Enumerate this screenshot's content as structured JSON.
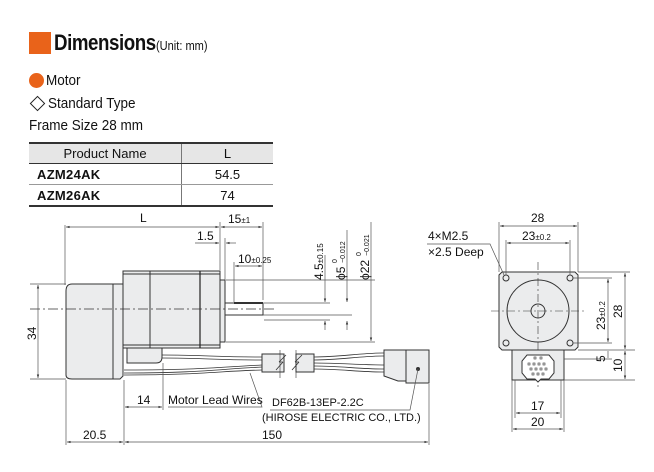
{
  "header": {
    "title": "Dimensions",
    "unit_note": "(Unit: mm)",
    "accent_color": "#e9631a"
  },
  "section": {
    "category": "Motor",
    "type": "Standard Type",
    "frame_size": "Frame Size 28 mm"
  },
  "table": {
    "columns": [
      "Product Name",
      "L"
    ],
    "rows": [
      {
        "product": "AZM24AK",
        "L": "54.5"
      },
      {
        "product": "AZM26AK",
        "L": "74"
      }
    ]
  },
  "side_view": {
    "dim_L": "L",
    "dim_15": "15",
    "dim_15_tol": "±1",
    "dim_1_5": "1.5",
    "dim_10": "10",
    "dim_10_tol": "±0.25",
    "dim_4_5": "4.5",
    "dim_4_5_tol": "±0.15",
    "dim_phi5": "ϕ5",
    "dim_phi5_tol_upper": "0",
    "dim_phi5_tol_lower": "−0.012",
    "dim_phi22": "ϕ22",
    "dim_phi22_tol_upper": "0",
    "dim_phi22_tol_lower": "−0.021",
    "dim_34": "34",
    "dim_14": "14",
    "dim_20_5": "20.5",
    "dim_150": "150",
    "label_lead_wires": "Motor Lead Wires",
    "label_connector": "DF62B-13EP-2.2C",
    "label_maker": "(HIROSE ELECTRIC CO., LTD.)"
  },
  "front_view": {
    "dim_28_top": "28",
    "dim_23_top": "23",
    "dim_23_top_tol": "±0.2",
    "label_screw_1": "4×M2.5",
    "label_screw_2": "×2.5 Deep",
    "dim_23_right": "23",
    "dim_23_right_tol": "±0.2",
    "dim_28_right": "28",
    "dim_5": "5",
    "dim_10": "10",
    "dim_17": "17",
    "dim_20": "20"
  }
}
